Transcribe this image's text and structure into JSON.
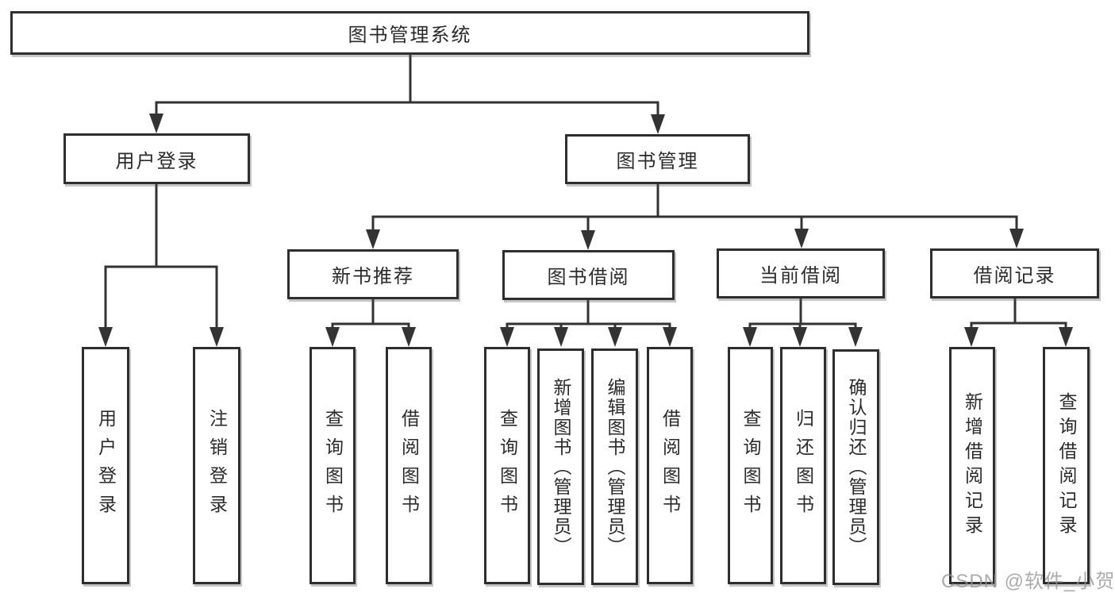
{
  "diagram": {
    "type": "hierarchy-tree",
    "title": "图书管理系统",
    "colors": {
      "line": "#333333",
      "box_border": "#2e2e2e",
      "box_fill": "#ffffff",
      "text": "#2b2b2b",
      "watermark": "#949494"
    },
    "nodes": {
      "root": "图书管理系统",
      "userLogin": "用户登录",
      "bookManagement": "图书管理",
      "leafUserLogin": "用户登录",
      "leafLogout": "注销登录",
      "newBookRecommend": "新书推荐",
      "bookBorrow": "图书借阅",
      "currentBorrow": "当前借阅",
      "borrowRecords": "借阅记录",
      "leafQueryBooks1": "查询图书",
      "leafBorrowBooks1": "借阅图书",
      "leafQueryBooks2": "查询图书",
      "leafAddBooksAdmin": "新增图书（管理员）",
      "leafEditBooksAdmin": "编辑图书（管理员）",
      "leafBorrowBooks2": "借阅图书",
      "leafQueryBooks3": "查询图书",
      "leafReturnBooks": "归还图书",
      "leafConfirmReturnAdmin": "确认归还（管理员）",
      "leafAddBorrowRecord": "新增借阅记录",
      "leafQueryBorrowRecord": "查询借阅记录"
    },
    "edges": [
      [
        "root",
        "userLogin"
      ],
      [
        "root",
        "bookManagement"
      ],
      [
        "userLogin",
        "leafUserLogin"
      ],
      [
        "userLogin",
        "leafLogout"
      ],
      [
        "bookManagement",
        "newBookRecommend"
      ],
      [
        "bookManagement",
        "bookBorrow"
      ],
      [
        "bookManagement",
        "currentBorrow"
      ],
      [
        "bookManagement",
        "borrowRecords"
      ],
      [
        "newBookRecommend",
        "leafQueryBooks1"
      ],
      [
        "newBookRecommend",
        "leafBorrowBooks1"
      ],
      [
        "bookBorrow",
        "leafQueryBooks2"
      ],
      [
        "bookBorrow",
        "leafAddBooksAdmin"
      ],
      [
        "bookBorrow",
        "leafEditBooksAdmin"
      ],
      [
        "bookBorrow",
        "leafBorrowBooks2"
      ],
      [
        "currentBorrow",
        "leafQueryBooks3"
      ],
      [
        "currentBorrow",
        "leafReturnBooks"
      ],
      [
        "currentBorrow",
        "leafConfirmReturnAdmin"
      ],
      [
        "borrowRecords",
        "leafAddBorrowRecord"
      ],
      [
        "borrowRecords",
        "leafQueryBorrowRecord"
      ]
    ],
    "watermark": "CSDN @软件_小贺同学"
  }
}
